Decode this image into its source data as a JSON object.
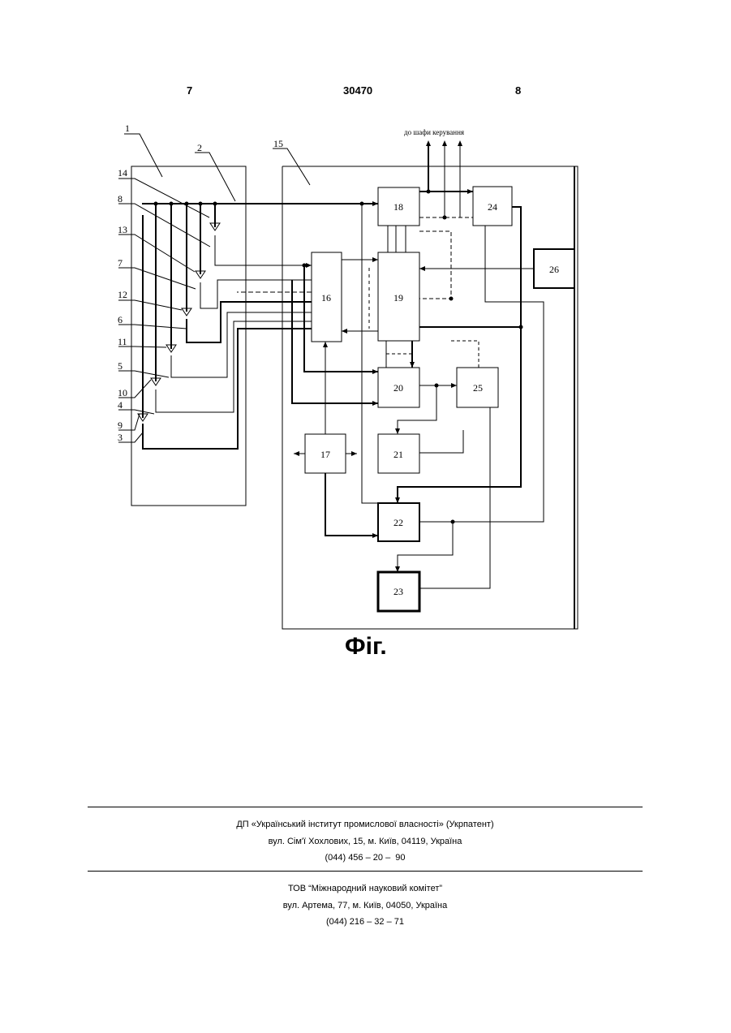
{
  "header": {
    "left_page": "7",
    "doc_number": "30470",
    "right_page": "8"
  },
  "diagram": {
    "top_note": "до шафи керування",
    "boxes": [
      {
        "key": "b16",
        "label": "16"
      },
      {
        "key": "b17",
        "label": "17"
      },
      {
        "key": "b18",
        "label": "18"
      },
      {
        "key": "b19",
        "label": "19"
      },
      {
        "key": "b20",
        "label": "20"
      },
      {
        "key": "b21",
        "label": "21"
      },
      {
        "key": "b22",
        "label": "22"
      },
      {
        "key": "b23",
        "label": "23"
      },
      {
        "key": "b24",
        "label": "24"
      },
      {
        "key": "b25",
        "label": "25"
      },
      {
        "key": "b26",
        "label": "26"
      }
    ],
    "callouts": [
      "1",
      "2",
      "14",
      "8",
      "13",
      "7",
      "12",
      "6",
      "11",
      "5",
      "10",
      "4",
      "9",
      "3",
      "15"
    ]
  },
  "caption": "Фіг.",
  "footer": {
    "org1": "ДП «Український інститут промислової власності» (Укрпатент)",
    "addr1": "вул. Сім'ї Хохлових, 15, м. Київ, 04119, Україна",
    "phone1": "(044) 456 – 20 –  90",
    "org2": "ТОВ “Міжнародний науковий комітет”",
    "addr2": "вул. Артема, 77, м. Київ, 04050, Україна",
    "phone2": "(044) 216 – 32 – 71"
  }
}
